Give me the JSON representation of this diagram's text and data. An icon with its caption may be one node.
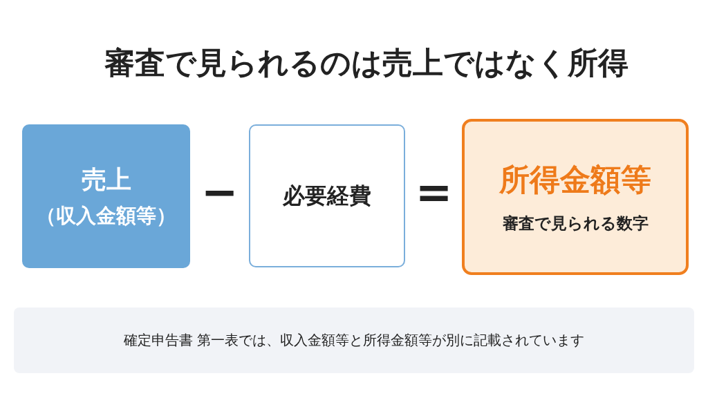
{
  "diagram": {
    "title": "審査で見られるのは売上ではなく所得",
    "nodes": [
      {
        "text": [
          "売上",
          "（収入金額等）"
        ]
      },
      {
        "text": [
          "必要経費"
        ]
      },
      {
        "text": [
          "所得金額等",
          "審査で見られる数字"
        ]
      },
      {
        "text": [
          "確定申告書 第一表では、収入金額等と所得金額等が別に記載されています"
        ]
      }
    ],
    "labels": [
      "−",
      "="
    ]
  }
}
